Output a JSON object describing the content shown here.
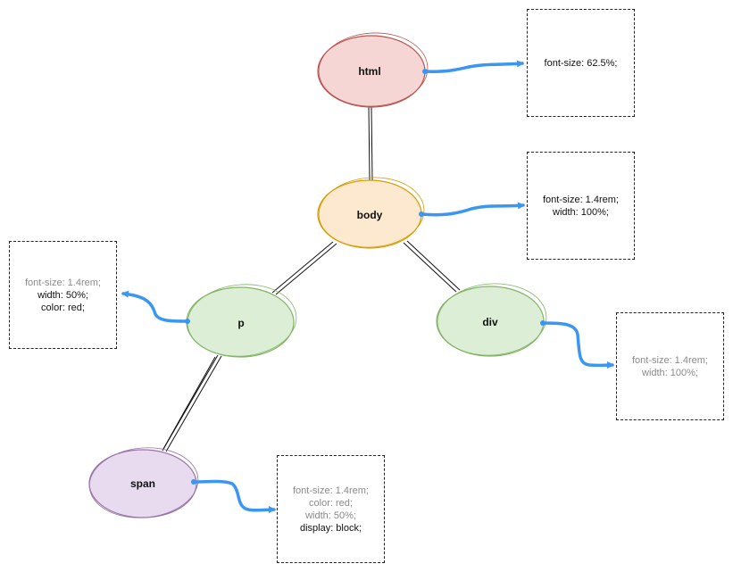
{
  "nodes": {
    "html": {
      "label": "html",
      "fill": "#f5d6d4",
      "stroke": "#b85450"
    },
    "body": {
      "label": "body",
      "fill": "#fde9cf",
      "stroke": "#d79b00"
    },
    "p": {
      "label": "p",
      "fill": "#dcefd6",
      "stroke": "#82b366"
    },
    "div": {
      "label": "div",
      "fill": "#dcefd6",
      "stroke": "#82b366"
    },
    "span": {
      "label": "span",
      "fill": "#e8dbef",
      "stroke": "#9673a6"
    }
  },
  "boxes": {
    "html": {
      "lines": [
        {
          "text": "font-size: 62.5%;",
          "style": "active"
        }
      ]
    },
    "body": {
      "lines": [
        {
          "text": "font-size: 1.4rem;",
          "style": "active"
        },
        {
          "text": "width: 100%;",
          "style": "active"
        }
      ]
    },
    "p": {
      "lines": [
        {
          "text": "font-size: 1.4rem;",
          "style": "inherited"
        },
        {
          "text": "width: 50%;",
          "style": "active"
        },
        {
          "text": "color: red;",
          "style": "active"
        }
      ]
    },
    "div": {
      "lines": [
        {
          "text": "font-size: 1.4rem;",
          "style": "inherited"
        },
        {
          "text": "width: 100%;",
          "style": "inherited"
        }
      ]
    },
    "span": {
      "lines": [
        {
          "text": "font-size: 1.4rem;",
          "style": "inherited"
        },
        {
          "text": "color: red;",
          "style": "inherited"
        },
        {
          "text": "width: 50%;",
          "style": "inherited"
        },
        {
          "text": "display: block;",
          "style": "active"
        }
      ]
    }
  },
  "colors": {
    "arrow": "#3b95f2",
    "tree_edge": "#111111",
    "inherited_text": "#8a8a8a"
  }
}
